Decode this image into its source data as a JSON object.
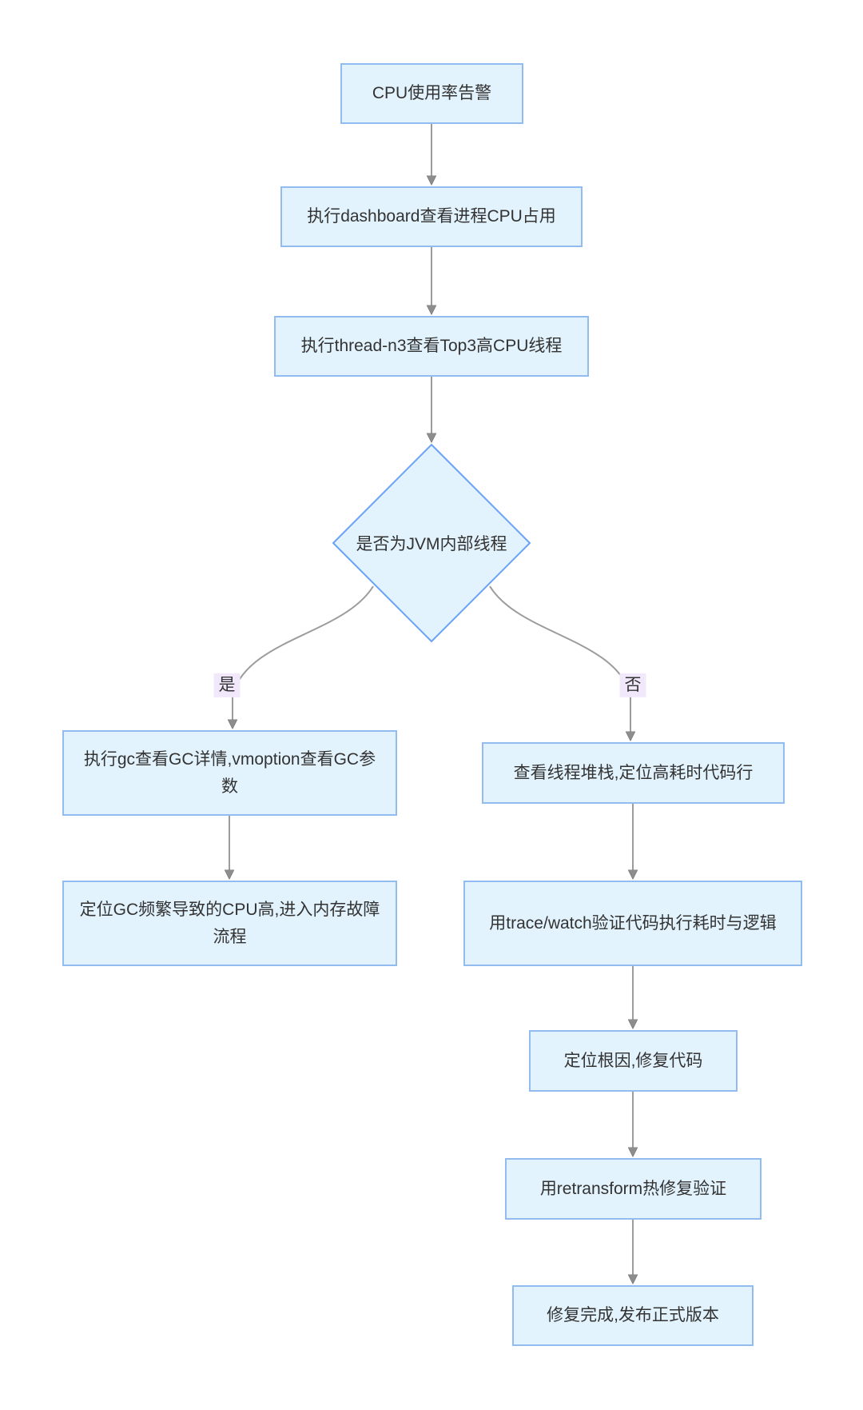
{
  "diagram": {
    "kind": "flowchart-top-down",
    "colors": {
      "node_fill": "#e2f3fd",
      "node_border": "#92bbf0",
      "decision_border": "#6aa2f7",
      "edge_line": "#9c9c9c",
      "arrowhead": "#8d8d8d",
      "edge_label_bg": "#f1e9fb",
      "text": "#333333",
      "background": "#ffffff"
    },
    "nodes": {
      "alert": {
        "shape": "rect",
        "label": "CPU使用率告警"
      },
      "dashboard": {
        "shape": "rect",
        "label": "执行dashboard查看进程CPU占用"
      },
      "thread": {
        "shape": "rect",
        "label": "执行thread-n3查看Top3高CPU线程"
      },
      "decision": {
        "shape": "diamond",
        "label": "是否为JVM内部线程"
      },
      "gc": {
        "shape": "rect",
        "label": "执行gc查看GC详情,vmoption查看GC参数"
      },
      "gc_locate": {
        "shape": "rect",
        "label": "定位GC频繁导致的CPU高,进入内存故障流程"
      },
      "stack": {
        "shape": "rect",
        "label": "查看线程堆栈,定位高耗时代码行"
      },
      "trace": {
        "shape": "rect",
        "label": "用trace/watch验证代码执行耗时与逻辑"
      },
      "fix": {
        "shape": "rect",
        "label": "定位根因,修复代码"
      },
      "retransform": {
        "shape": "rect",
        "label": "用retransform热修复验证"
      },
      "release": {
        "shape": "rect",
        "label": "修复完成,发布正式版本"
      }
    },
    "edge_labels": {
      "yes": "是",
      "no": "否"
    },
    "edges": [
      {
        "from": "alert",
        "to": "dashboard",
        "label": ""
      },
      {
        "from": "dashboard",
        "to": "thread",
        "label": ""
      },
      {
        "from": "thread",
        "to": "decision",
        "label": ""
      },
      {
        "from": "decision",
        "to": "gc",
        "label": "是"
      },
      {
        "from": "decision",
        "to": "stack",
        "label": "否"
      },
      {
        "from": "gc",
        "to": "gc_locate",
        "label": ""
      },
      {
        "from": "stack",
        "to": "trace",
        "label": ""
      },
      {
        "from": "trace",
        "to": "fix",
        "label": ""
      },
      {
        "from": "fix",
        "to": "retransform",
        "label": ""
      },
      {
        "from": "retransform",
        "to": "release",
        "label": ""
      }
    ]
  }
}
